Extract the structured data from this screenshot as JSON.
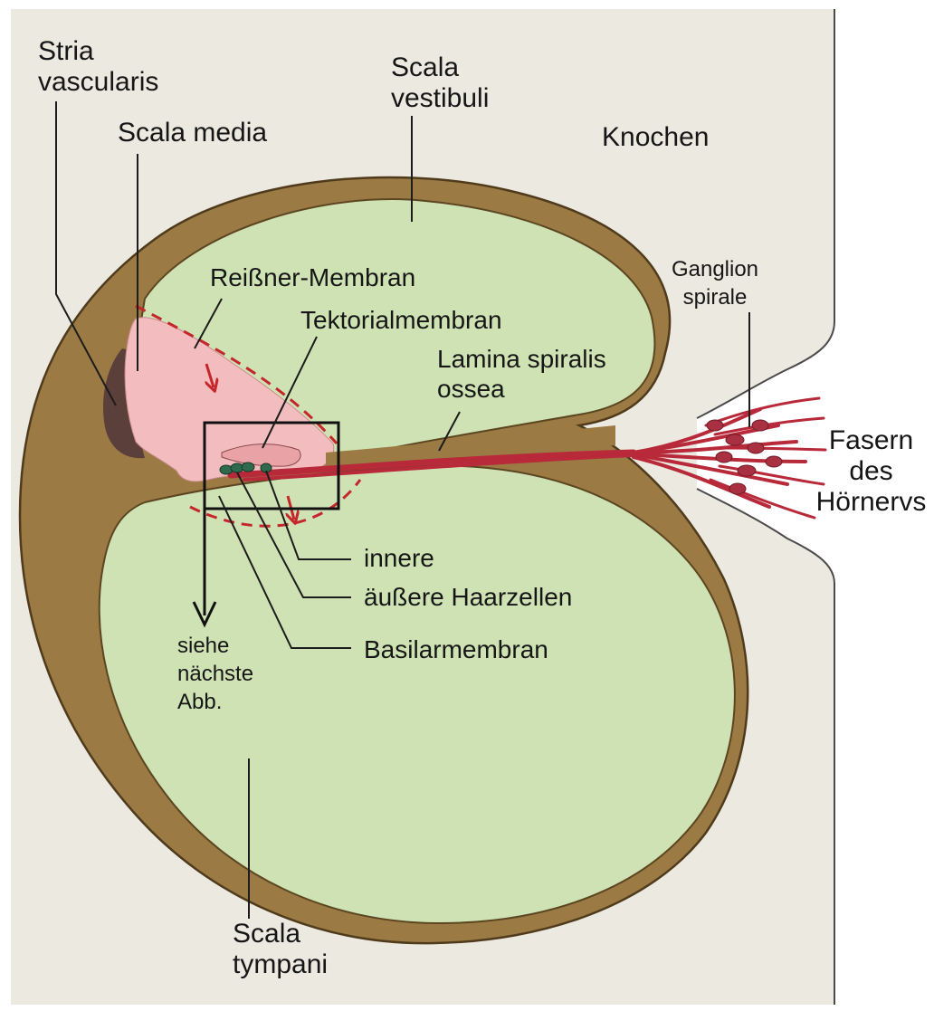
{
  "colors": {
    "background": "#ece9e1",
    "bone_wall": "#9b7a44",
    "scala_fill": "#cfe2b4",
    "scala_media_fill": "#f3bcbe",
    "stria_vascularis": "#5b3f3a",
    "nerve": "#b8293a",
    "arrow_dashed": "#c4262c",
    "hair_cells": "#2f6a4d",
    "leader_line": "#1c1c1c"
  },
  "labels": {
    "stria_vascularis": [
      "Stria",
      "vascularis"
    ],
    "scala_media": "Scala media",
    "scala_vestibuli": [
      "Scala",
      "vestibuli"
    ],
    "knochen": "Knochen",
    "reissner": "Reißner-Membran",
    "tektorial": "Tektorialmembran",
    "lamina": [
      "Lamina spiralis",
      "ossea"
    ],
    "ganglion": [
      "Ganglion",
      "spirale"
    ],
    "fasern": [
      "Fasern",
      "des",
      "Hörnervs"
    ],
    "innere": "innere",
    "aeussere": "äußere Haarzellen",
    "basilar": "Basilarmembran",
    "siehe": [
      "siehe",
      "nächste",
      "Abb."
    ],
    "scala_tympani": [
      "Scala",
      "tympani"
    ]
  }
}
